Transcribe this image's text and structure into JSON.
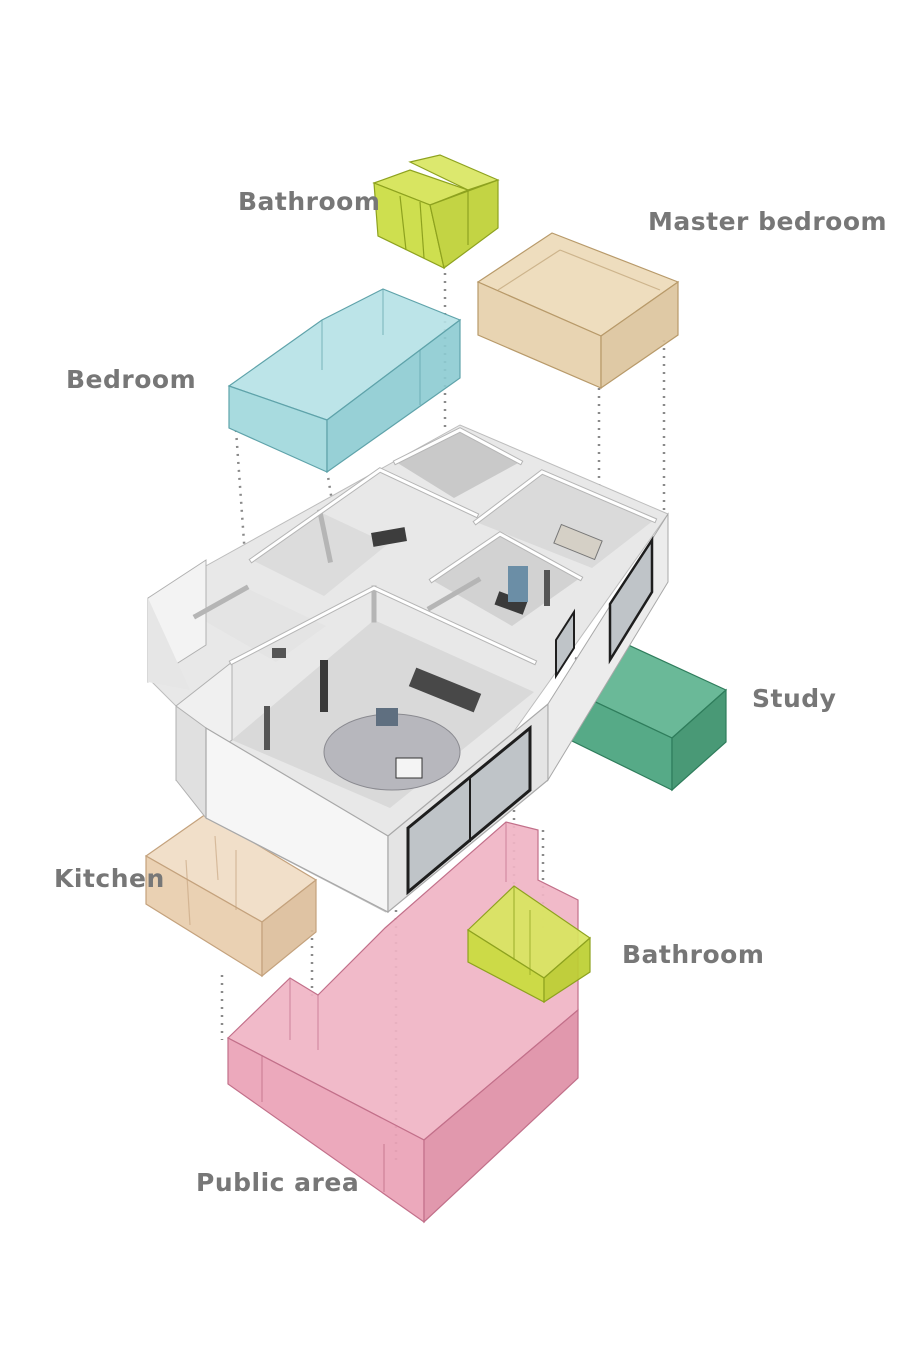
{
  "labels": {
    "bathroom_top": "Bathroom",
    "master_bedroom": "Master bedroom",
    "bedroom": "Bedroom",
    "study": "Study",
    "kitchen": "Kitchen",
    "bathroom_bottom": "Bathroom",
    "public_area": "Public area"
  },
  "zone_colors": {
    "bathroom": "#c9dc3c",
    "master_bedroom": "#e6cfaa",
    "bedroom": "#9fd7dc",
    "study": "#4da581",
    "kitchen": "#e8ccab",
    "public_area": "#eaa2b6"
  }
}
